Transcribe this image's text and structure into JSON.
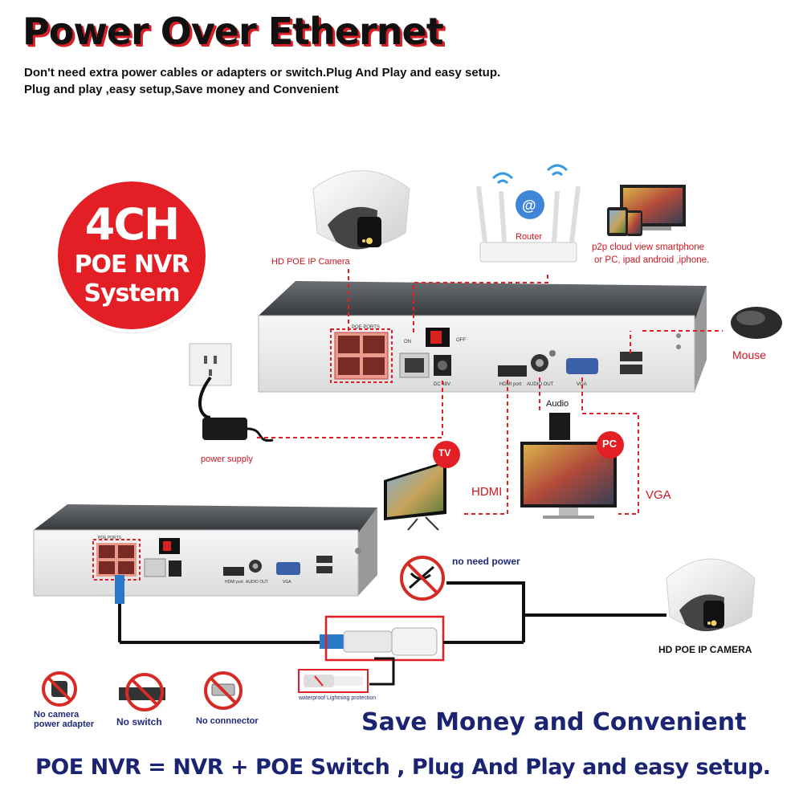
{
  "title": "Power Over Ethernet",
  "subtitle_line1": "Don't need extra power cables or adapters or switch.Plug And Play and easy setup.",
  "subtitle_line2": "Plug and play ,easy setup,Save money and Convenient",
  "badge": {
    "line1": "4CH",
    "line2": "POE NVR",
    "line3": "System"
  },
  "labels": {
    "camera_top": "HD POE IP Camera",
    "router": "Router",
    "p2p_line1": "p2p cloud  view smartphone",
    "p2p_line2": "or PC, ipad android ,iphone.",
    "mouse": "Mouse",
    "power_supply": "power supply",
    "audio": "Audio",
    "tv": "TV",
    "pc": "PC",
    "hdmi": "HDMI",
    "vga": "VGA",
    "no_need_power": "no need power",
    "camera_bottom": "HD POE IP CAMERA",
    "waterproof": "waterproof Lightning protection",
    "no_adapter_line1": "No camera",
    "no_adapter_line2": "power adapter",
    "no_switch": "No switch",
    "no_connector": "No connnector"
  },
  "nvr_panel": {
    "poe_ports": "POE PORTS",
    "on": "ON",
    "off": "OFF",
    "dc": "DC 48V",
    "hdmi_port": "HDMI port",
    "audio_out": "AUDIO OUT",
    "vga": "VGA"
  },
  "footer": {
    "save": "Save Money and Convenient",
    "equation": "POE NVR = NVR + POE Switch , Plug And Play and easy setup."
  },
  "colors": {
    "accent_red": "#e41e25",
    "navy": "#1a2470",
    "cable_blue": "#2a78c8"
  }
}
